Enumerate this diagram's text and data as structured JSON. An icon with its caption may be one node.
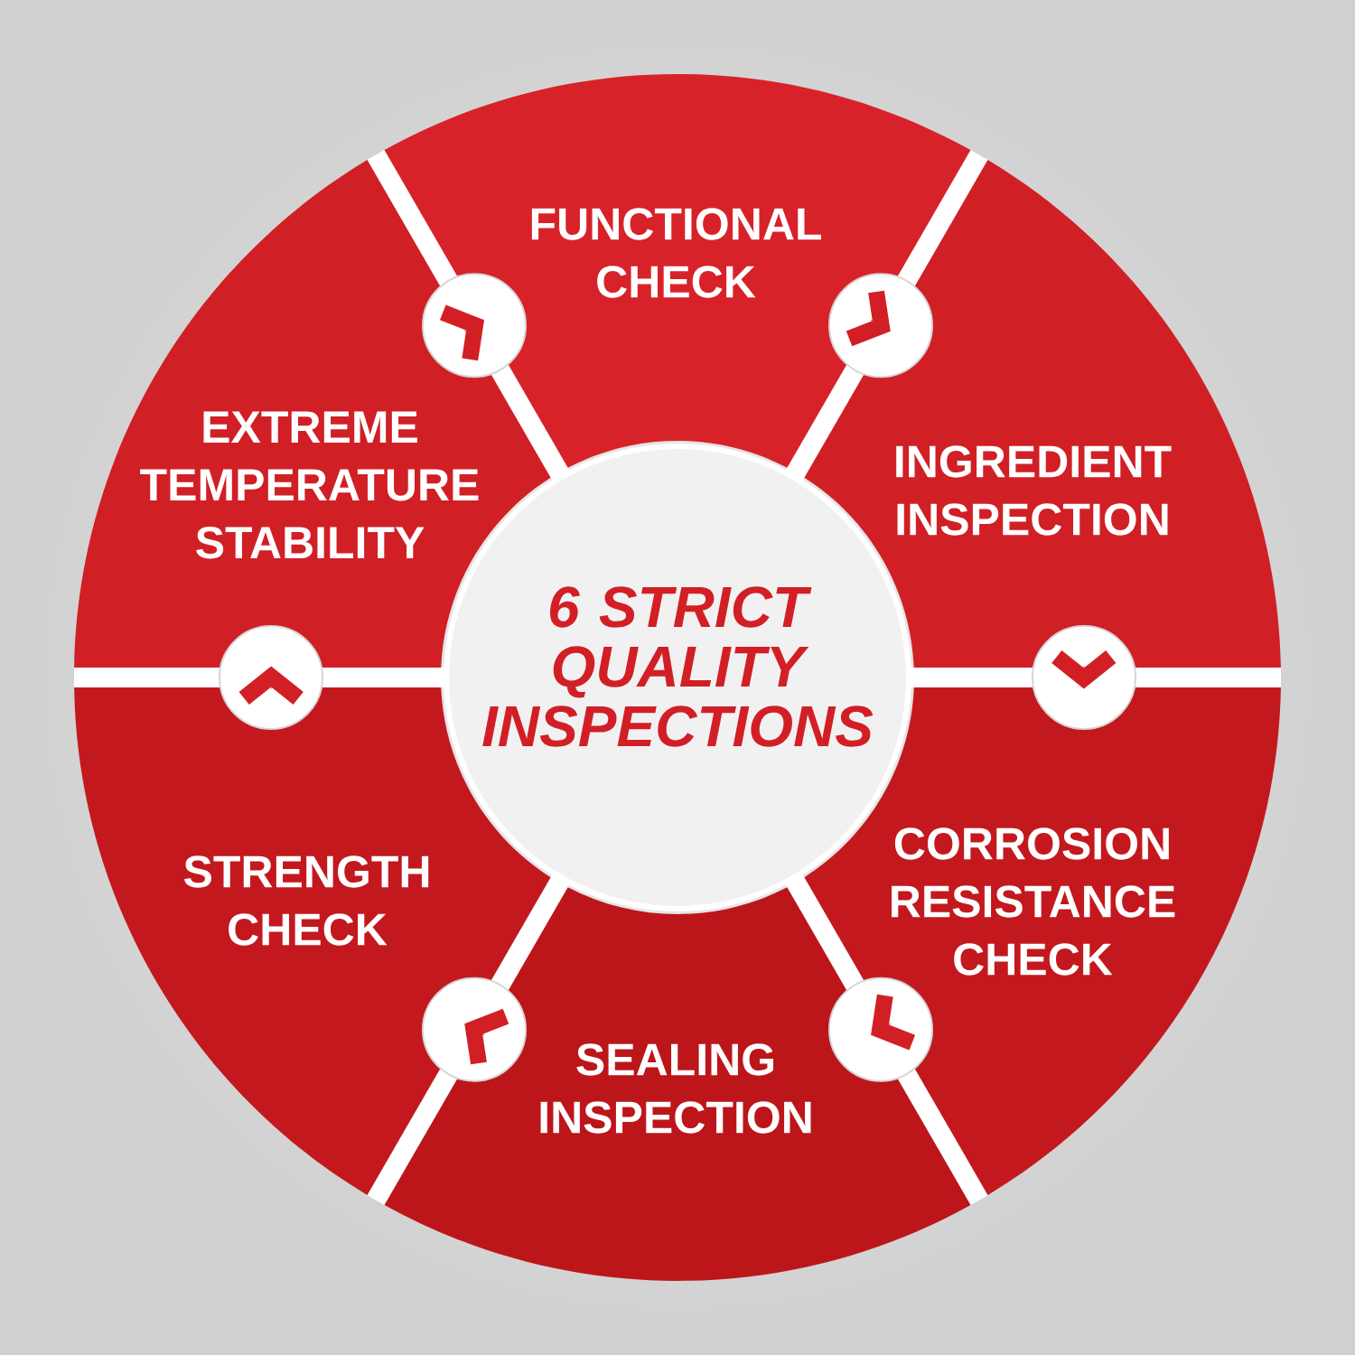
{
  "diagram": {
    "nodes": [
      {
        "text": [
          "6 STRICT QUALITY INSPECTIONS"
        ]
      },
      {
        "text": [
          "FUNCTIONAL CHECK"
        ]
      },
      {
        "text": [
          "INGREDIENT INSPECTION"
        ]
      },
      {
        "text": [
          "CORROSION RESISTANCE CHECK"
        ]
      },
      {
        "text": [
          "SEALING INSPECTION"
        ]
      },
      {
        "text": [
          "STRENGTH CHECK"
        ]
      },
      {
        "text": [
          "EXTREME TEMPERATURE STABILITY"
        ]
      }
    ],
    "edges": [
      {
        "from": 1,
        "to": 2,
        "arrow": "to"
      },
      {
        "from": 2,
        "to": 3,
        "arrow": "to"
      },
      {
        "from": 3,
        "to": 4,
        "arrow": "to"
      },
      {
        "from": 4,
        "to": 5,
        "arrow": "to"
      },
      {
        "from": 5,
        "to": 6,
        "arrow": "to"
      },
      {
        "from": 6,
        "to": 1,
        "arrow": "to"
      }
    ]
  }
}
